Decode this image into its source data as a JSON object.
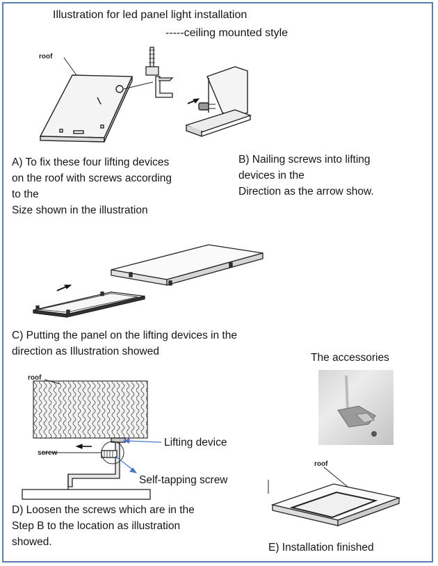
{
  "document": {
    "title": "Illustration for led panel light installation",
    "subtitle": "-----ceiling  mounted style"
  },
  "steps": {
    "a_lines": [
      "A) To fix these four lifting devices",
      "on the roof with screws according",
      "to the",
      "Size  shown in the illustration"
    ],
    "b_lines": [
      "B)  Nailing screws into lifting",
      "devices in the",
      "Direction as the arrow show."
    ],
    "c_lines": [
      "C) Putting the panel on  the lifting devices in the",
      "direction as Illustration showed"
    ],
    "d_lines": [
      "D) Loosen the screws which are in the",
      "Step B to the location as illustration",
      "showed."
    ],
    "e_label": "E) Installation finished"
  },
  "labels": {
    "roof": "roof",
    "screw": "screw",
    "lifting_device": "Lifting device",
    "self_tapping_screw": "Self-tapping screw",
    "accessories": "The accessories"
  },
  "colors": {
    "frame": "#5b7fb0",
    "callout_arrow": "#4a78c4"
  }
}
